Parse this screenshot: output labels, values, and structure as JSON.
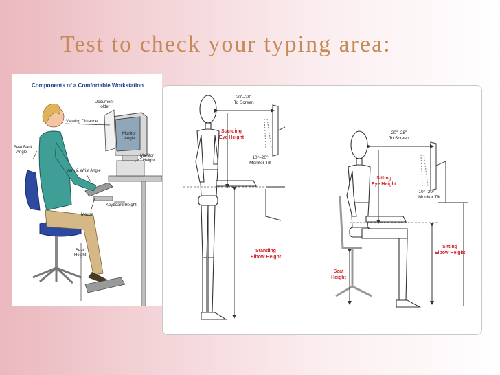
{
  "slide": {
    "title": "Test to check your typing area:",
    "background_gradient": [
      "#eab8be",
      "#ffffff"
    ],
    "title_color": "#c58a57"
  },
  "left_figure": {
    "heading": "Components of a Comfortable Workstation",
    "labels": {
      "document_holder_1": "Document",
      "document_holder_2": "Holder",
      "viewing_distance": "Viewing Distance",
      "monitor_angle_1": "Monitor",
      "monitor_angle_2": "Angle",
      "monitor_height_1": "Monitor",
      "monitor_height_2": "Height",
      "seat_back_angle_1": "Seat Back",
      "seat_back_angle_2": "Angle",
      "arm_wrist_angle": "Arm & Wrist Angle",
      "keyboard_height": "Keyboard Height",
      "mouse": "Mouse",
      "seat_height_1": "Seat",
      "seat_height_2": "Height"
    }
  },
  "right_figure": {
    "standing": {
      "to_screen_1": "20\"–28\"",
      "to_screen_2": "To Screen",
      "eye_height_1": "Standing",
      "eye_height_2": "Eye Height",
      "tilt_1": "10°–20°",
      "tilt_2": "Monitor Tilt",
      "elbow_1": "Standing",
      "elbow_2": "Elbow Height"
    },
    "sitting": {
      "to_screen_1": "20\"–28\"",
      "to_screen_2": "To Screen",
      "eye_height_1": "Sitting",
      "eye_height_2": "Eye Height",
      "tilt_1": "10°–20°",
      "tilt_2": "Monitor Tilt",
      "elbow_1": "Sitting",
      "elbow_2": "Elbow Height",
      "seat_1": "Seat",
      "seat_2": "Height"
    },
    "label_red": "#d2232a"
  }
}
